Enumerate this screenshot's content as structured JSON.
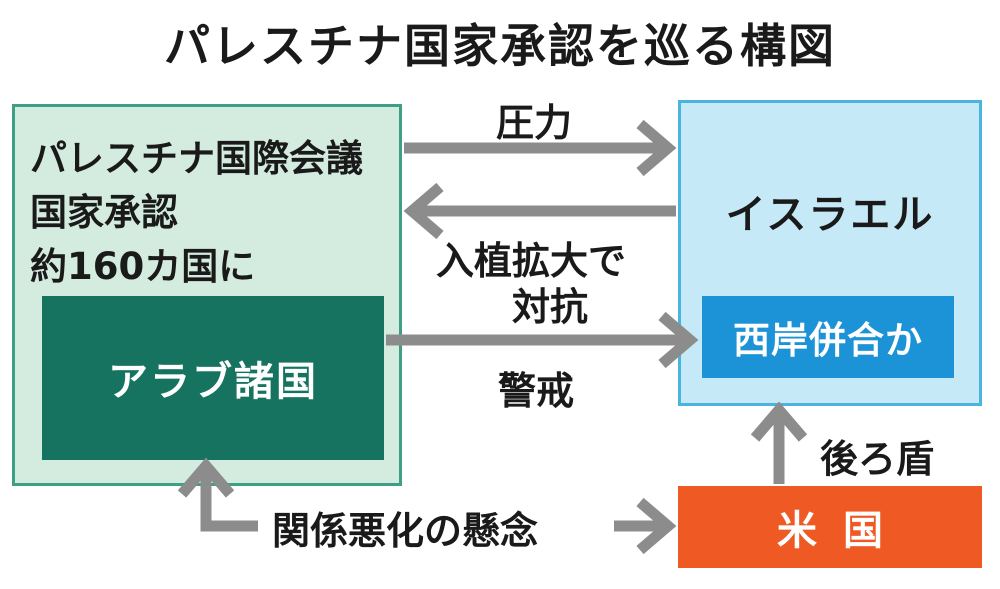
{
  "title": "パレスチナ国家承認を巡る構図",
  "left_box": {
    "lines": [
      "パレスチナ国際会議",
      "国家承認",
      "約160カ国に"
    ],
    "arab": "アラブ諸国"
  },
  "israel_box": {
    "label": "イスラエル",
    "annex": "西岸併合か"
  },
  "us_box": {
    "label": "米国"
  },
  "arrows": {
    "pressure": "圧力",
    "counter_line1": "入植拡大で",
    "counter_line2": "対抗",
    "caution": "警戒",
    "backing": "後ろ盾",
    "concern": "関係悪化の懸念"
  },
  "colors": {
    "left_fill": "#d3ecdf",
    "left_border": "#3f9e86",
    "arab_fill": "#15735f",
    "israel_fill": "#c6e9f7",
    "israel_border": "#49b5df",
    "annex_fill": "#1b93d6",
    "us_fill": "#ef5a24",
    "arrow": "#8c8c8c"
  }
}
